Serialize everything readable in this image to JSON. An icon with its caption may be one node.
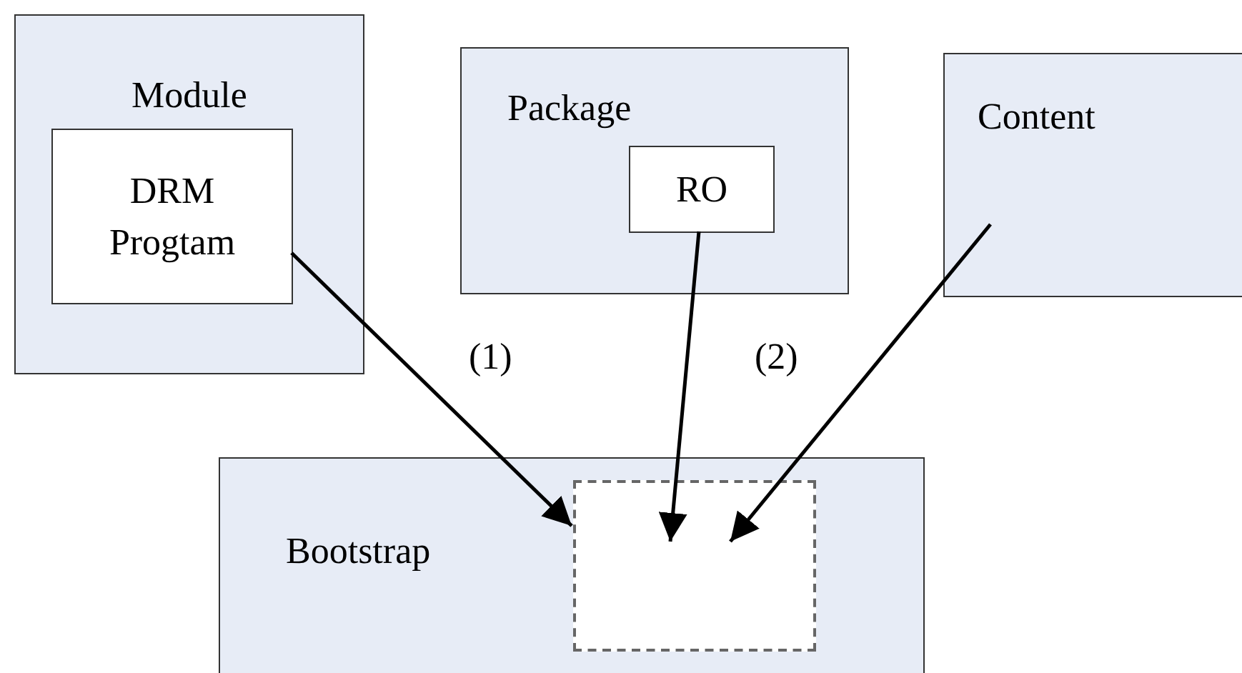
{
  "diagram": {
    "nodes": [
      {
        "text": [
          "Module"
        ]
      },
      {
        "text": [
          "DRM Progtam"
        ],
        "in": 0
      },
      {
        "text": [
          "Package"
        ]
      },
      {
        "text": [
          "RO"
        ],
        "in": 2
      },
      {
        "text": [
          "Content"
        ]
      },
      {
        "text": [
          "Bootstrap"
        ]
      },
      {
        "text": [],
        "shape": "box",
        "in": 5
      }
    ],
    "edges": [
      {
        "from": 1,
        "to": 6,
        "arrow": "to"
      },
      {
        "from": 3,
        "to": 6,
        "arrow": "to"
      },
      {
        "from": 4,
        "to": 6,
        "arrow": "to"
      }
    ],
    "labels": [
      "(1)",
      "(2)"
    ]
  }
}
